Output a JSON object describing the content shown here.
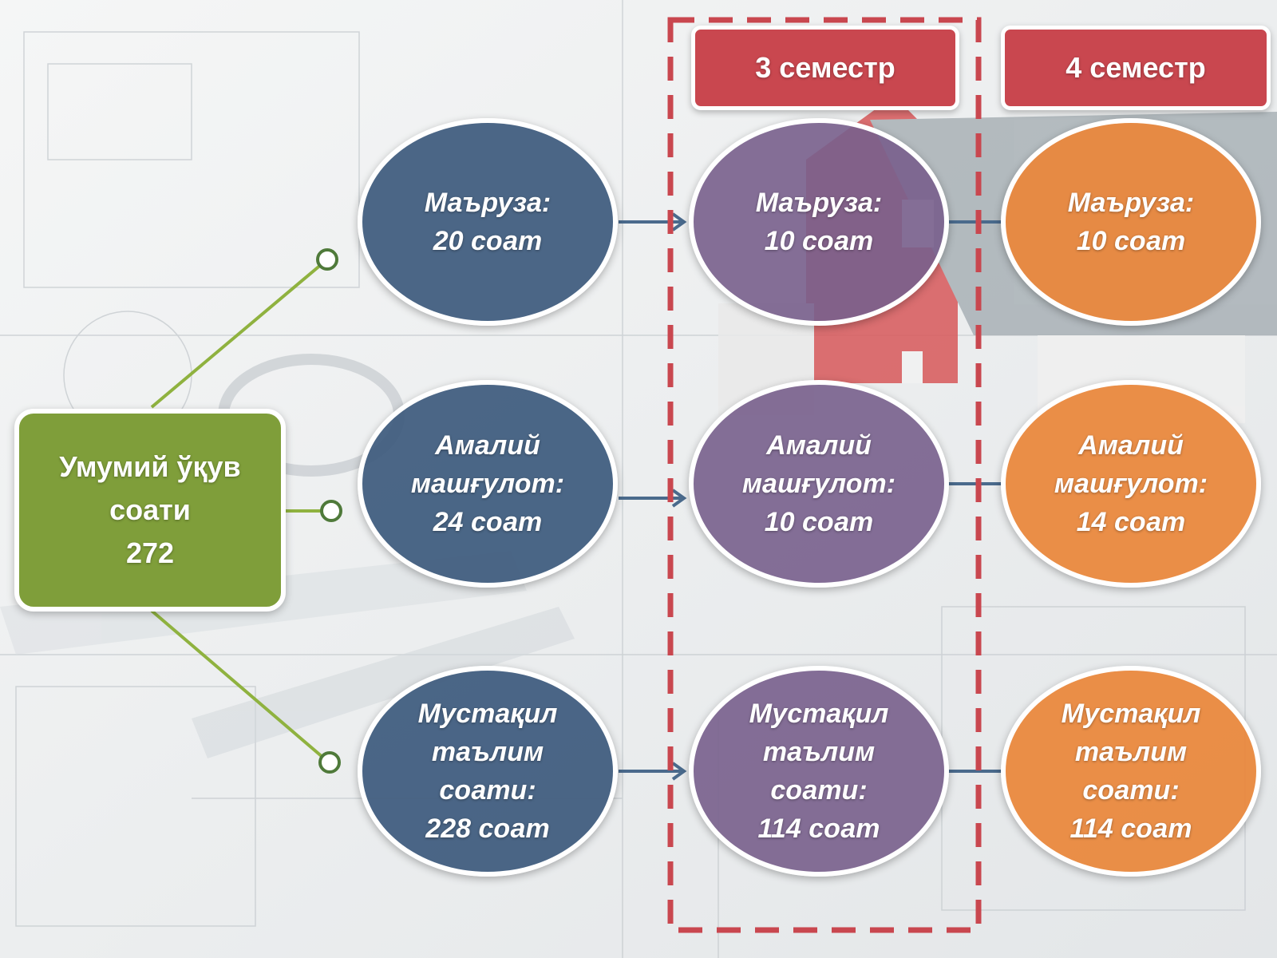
{
  "total": {
    "label": "Умумий ўқув\nсоати\n272"
  },
  "semesters": [
    {
      "label": "3 семестр"
    },
    {
      "label": "4 семестр"
    }
  ],
  "overall_column": [
    {
      "text": "Маъруза:\n20 соат"
    },
    {
      "text": "Амалий\nмашғулот:\n24 соат"
    },
    {
      "text": "Мустақил\nтаълим\nсоати:\n228 соат"
    }
  ],
  "semester3_column": [
    {
      "text": "Маъруза:\n10 соат"
    },
    {
      "text": "Амалий\nмашғулот:\n10 соат"
    },
    {
      "text": "Мустақил\nтаълим\nсоати:\n114 соат"
    }
  ],
  "semester4_column": [
    {
      "text": "Маъруза:\n10 соат"
    },
    {
      "text": "Амалий\nмашғулот:\n14 соат"
    },
    {
      "text": "Мустақил\nтаълим\nсоати:\n114 соат"
    }
  ],
  "colors": {
    "total": "#7f9e3a",
    "overall": "#415e80",
    "semester3": "#785f8c",
    "semester4": "#e9863a",
    "header": "#c9474f",
    "dashed_frame": "#c9474f",
    "connector": "#8fb23f"
  }
}
